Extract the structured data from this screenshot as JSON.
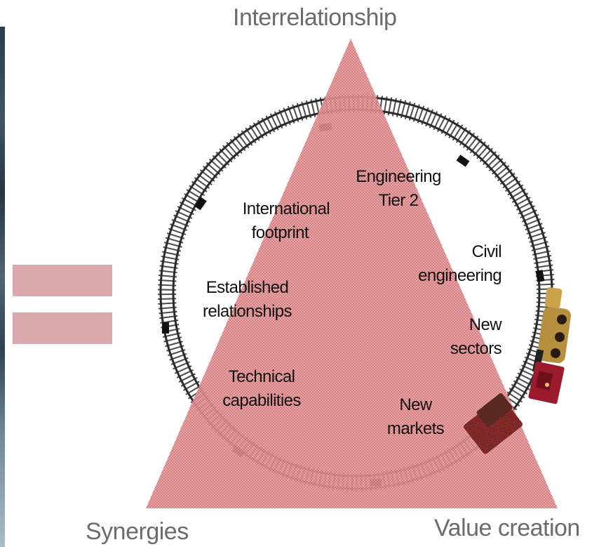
{
  "corners": {
    "top": "Interrelationship",
    "left": "Synergies",
    "right": "Value creation"
  },
  "inner_labels": {
    "engineering_tier2": [
      "Engineering",
      "Tier 2"
    ],
    "international_footprint": [
      "International",
      "footprint"
    ],
    "civil_engineering": [
      "Civil",
      "engineering"
    ],
    "established_relationships": [
      "Established",
      "relationships"
    ],
    "new_sectors": [
      "New",
      "sectors"
    ],
    "technical_capabilities": [
      "Technical",
      "capabilities"
    ],
    "new_markets": [
      "New",
      "markets"
    ]
  },
  "colors": {
    "triangle_fill": "#e0a4a6",
    "triangle_hatch": "#c2282c",
    "track_rail": "#2b2b2b",
    "train_body": "#9b1a2c",
    "train_brass": "#b68f3e",
    "eq_bars": "#dba9ab",
    "corner_text": "#6b6b6b"
  },
  "icons": {
    "track": "circular-railway-track-icon",
    "train": "toy-steam-locomotive-icon"
  }
}
